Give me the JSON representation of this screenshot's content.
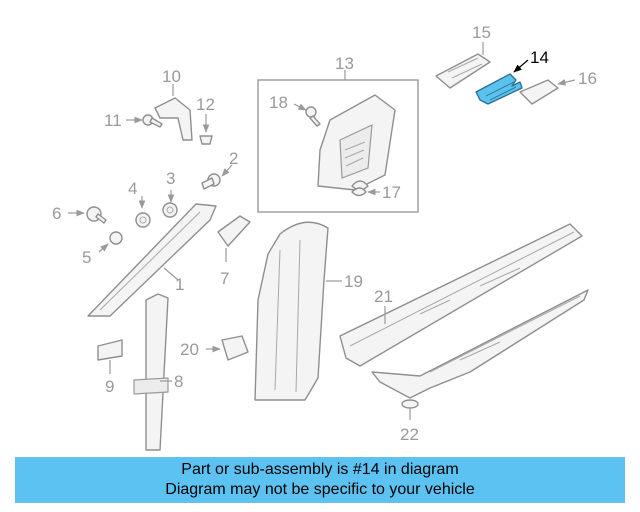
{
  "callouts": {
    "c1": "1",
    "c2": "2",
    "c3": "3",
    "c4": "4",
    "c5": "5",
    "c6": "6",
    "c7": "7",
    "c8": "8",
    "c9": "9",
    "c10": "10",
    "c11": "11",
    "c12": "12",
    "c13": "13",
    "c14": "14",
    "c15": "15",
    "c16": "16",
    "c17": "17",
    "c18": "18",
    "c19": "19",
    "c20": "20",
    "c21": "21",
    "c22": "22"
  },
  "highlighted_part": "14",
  "colors": {
    "highlight": "#5bc2ee",
    "banner": "#5bc2f2",
    "line": "#9a9a9a"
  },
  "banner": {
    "line1": "Part or sub-assembly is #14 in diagram",
    "line2": "Diagram may not be specific to your vehicle"
  }
}
